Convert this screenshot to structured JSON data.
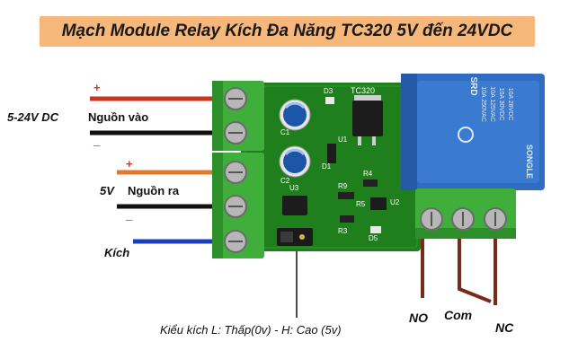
{
  "title": "Mạch Module Relay Kích Đa Năng TC320  5V đến 24VDC",
  "input_power": {
    "voltage": "5-24V DC",
    "name": "Nguồn vào",
    "plus": "+",
    "minus": "_"
  },
  "output_power": {
    "voltage": "5V",
    "name": "Nguồn ra",
    "plus": "+",
    "minus": "_"
  },
  "trigger": {
    "name": "Kích"
  },
  "trigger_mode": "Kiểu kích L: Thấp(0v) - H: Cao (5v)",
  "relay_contacts": {
    "no": "NO",
    "com": "Com",
    "nc": "NC"
  },
  "board": {
    "model": "TC320",
    "designators": [
      "D3",
      "U1",
      "C1",
      "C2",
      "U3",
      "U2",
      "R9",
      "R4",
      "R5",
      "R3",
      "D1",
      "D5"
    ]
  },
  "relay": {
    "brand": "SONGLE",
    "code": "SRD",
    "ratings": [
      "10A 250VAC",
      "10A 125VAC",
      "10A 30VDC",
      "10A 28VDC"
    ]
  },
  "colors": {
    "banner": "#f6b77a",
    "board": "#1f7f1c",
    "terminal": "#3fae3a",
    "relay": "#2f6cc2",
    "wire_red": "#c8361f",
    "wire_black": "#111111",
    "wire_orange": "#e07a2a",
    "wire_blue": "#1a3fb8",
    "wire_brown": "#7a2a1a"
  }
}
